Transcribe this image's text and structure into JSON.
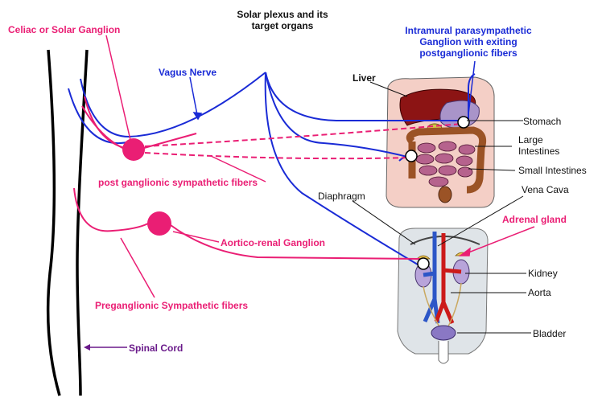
{
  "labels": {
    "title": [
      "Solar plexus and its",
      "target organs"
    ],
    "celiac": "Celiac or Solar Ganglion",
    "intramural": [
      "Intramural parasympathetic",
      "Ganglion with exiting",
      "postganglionic fibers"
    ],
    "vagus": "Vagus Nerve",
    "liver": "Liver",
    "stomach": "Stomach",
    "large_intestines": [
      "Large",
      "Intestines"
    ],
    "small_intestines": "Small Intestines",
    "post_ganglionic": "post ganglionic sympathetic fibers",
    "diaphragm": "Diaphragm",
    "vena_cava": "Vena Cava",
    "adrenal": "Adrenal gland",
    "aortico_renal": "Aortico-renal Ganglion",
    "kidney": "Kidney",
    "aorta": "Aorta",
    "preganglionic": "Preganglionic Sympathetic fibers",
    "bladder": "Bladder",
    "spinal_cord": "Spinal Cord"
  },
  "colors": {
    "sympathetic": "#ea1e74",
    "parasympathetic": "#1a2bd6",
    "spinal_pointer": "#6a1a8a",
    "leader": "#111111"
  }
}
